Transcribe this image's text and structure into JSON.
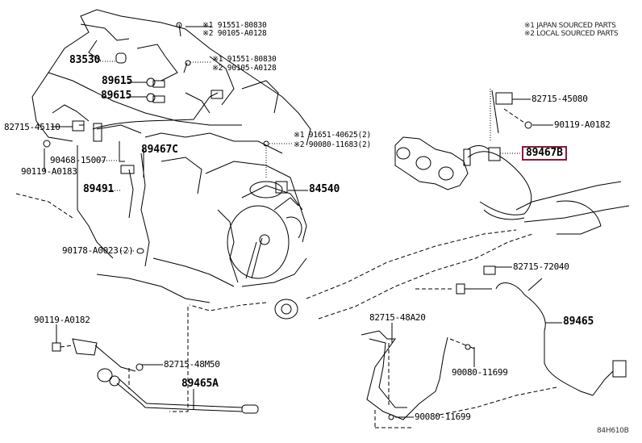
{
  "legend": {
    "line1": "※1 JAPAN SOURCED PARTS",
    "line2": "※2 LOCAL SOURCED PARTS"
  },
  "diagram_code": "84H610B",
  "highlight_color": "#8b1a3a",
  "parts": {
    "p83530": "83530",
    "p89615a": "89615",
    "p89615b": "89615",
    "p82715_45110": "82715-45110",
    "p90119_A0183": "90119-A0183",
    "p90468_15007": "90468-15007",
    "p89467C": "89467C",
    "p89491": "89491",
    "p90178_A0023": "90178-A0023(2)",
    "bolt_top_1": "※1 91551-80830",
    "bolt_top_2": "※2 90105-A0128",
    "bolt_mid_1": "※1 91551-80830",
    "bolt_mid_2": "※2 90105-A0128",
    "bolt_trans_1": "※1 91651-40625(2)",
    "bolt_trans_2": "※2 90080-11683(2)",
    "p84540": "84540",
    "p82715_45080": "82715-45080",
    "p90119_A0182_right": "90119-A0182",
    "p89467B": "89467B",
    "p82715_72040": "82715-72040",
    "p89465": "89465",
    "p82715_48A20": "82715-48A20",
    "p90080_11699_a": "90080-11699",
    "p90080_11699_b": "90080-11699",
    "p90119_A0182_left": "90119-A0182",
    "p82715_48M50": "82715-48M50",
    "p89465A": "89465A"
  }
}
